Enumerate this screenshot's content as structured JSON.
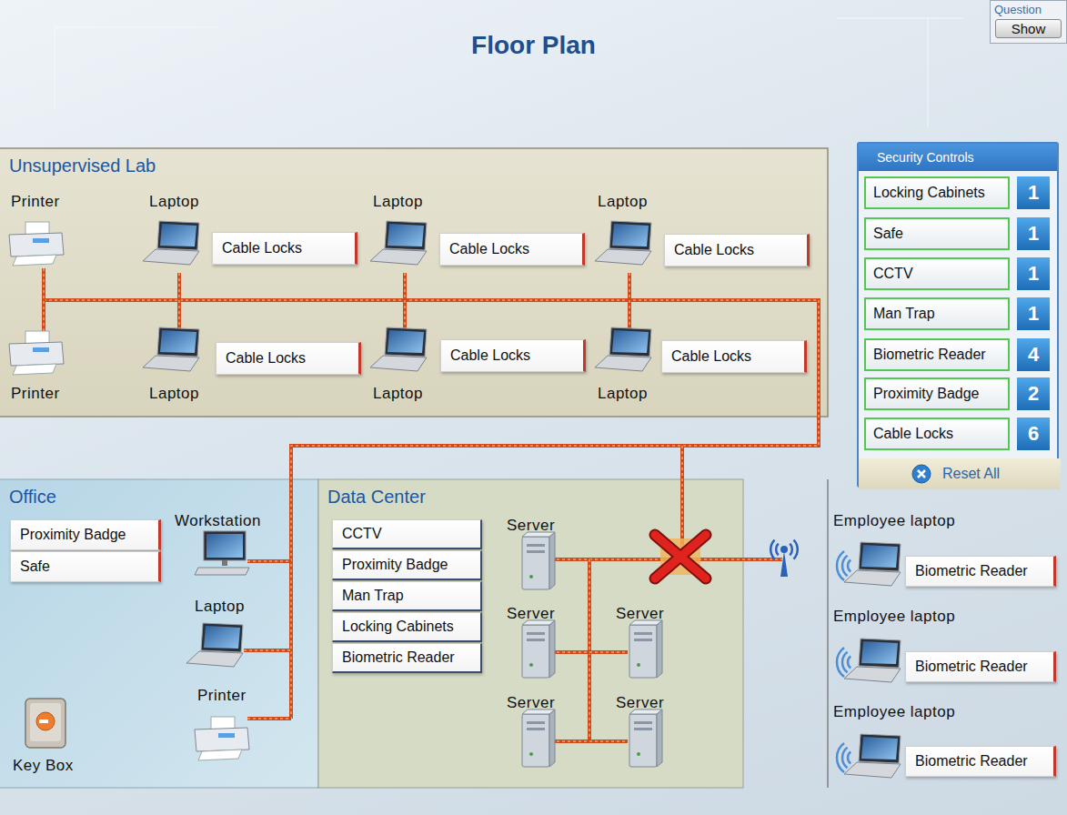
{
  "diagram": {
    "title": "Floor Plan",
    "nodes": [
      {
        "text": [
          "Question",
          "Show"
        ]
      },
      {
        "text": [
          "Unsupervised Lab"
        ]
      },
      {
        "text": [
          "Cable Locks"
        ],
        "in": 1
      },
      {
        "text": [
          "Cable Locks"
        ],
        "in": 1
      },
      {
        "text": [
          "Cable Locks"
        ],
        "in": 1
      },
      {
        "text": [
          "Cable Locks"
        ],
        "in": 1
      },
      {
        "text": [
          "Cable Locks"
        ],
        "in": 1
      },
      {
        "text": [
          "Cable Locks"
        ],
        "in": 1
      },
      {
        "text": [
          "Security Controls"
        ]
      },
      {
        "text": [
          "Locking Cabinets",
          "1"
        ],
        "in": 8
      },
      {
        "text": [
          "Safe",
          "1"
        ],
        "in": 8
      },
      {
        "text": [
          "CCTV",
          "1"
        ],
        "in": 8
      },
      {
        "text": [
          "Man Trap",
          "1"
        ],
        "in": 8
      },
      {
        "text": [
          "Biometric Reader",
          "4"
        ],
        "in": 8
      },
      {
        "text": [
          "Proximity Badge",
          "2"
        ],
        "in": 8
      },
      {
        "text": [
          "Cable Locks",
          "6"
        ],
        "in": 8
      },
      {
        "text": [
          "Reset All"
        ],
        "in": 8
      },
      {
        "text": [
          "Office"
        ]
      },
      {
        "text": [
          "Proximity Badge"
        ],
        "in": 17
      },
      {
        "text": [
          "Safe"
        ],
        "in": 17
      },
      {
        "text": [
          "Data Center"
        ]
      },
      {
        "text": [
          "CCTV"
        ],
        "in": 20
      },
      {
        "text": [
          "Proximity Badge"
        ],
        "in": 20
      },
      {
        "text": [
          "Man Trap"
        ],
        "in": 20
      },
      {
        "text": [
          "Locking Cabinets"
        ],
        "in": 20
      },
      {
        "text": [
          "Biometric Reader"
        ],
        "in": 20
      },
      {
        "text": [
          "Biometric Reader"
        ]
      },
      {
        "text": [
          "Biometric Reader"
        ]
      },
      {
        "text": [
          "Biometric Reader"
        ]
      }
    ],
    "labels": [
      "Printer",
      "Laptop",
      "Laptop",
      "Laptop",
      "Printer",
      "Laptop",
      "Laptop",
      "Laptop",
      "Workstation",
      "Laptop",
      "Printer",
      "Key Box",
      "Server",
      "Server",
      "Server",
      "Server",
      "Server",
      "Employee laptop",
      "Employee laptop",
      "Employee laptop"
    ]
  }
}
